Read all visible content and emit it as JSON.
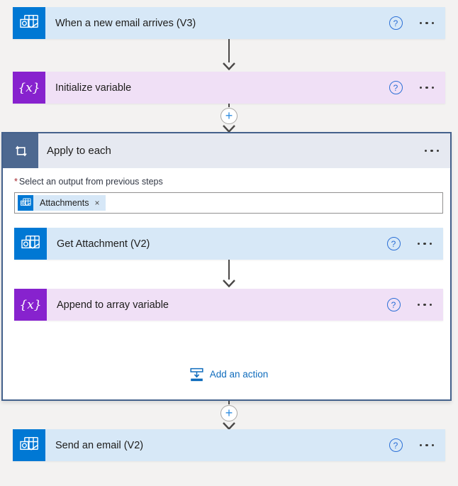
{
  "colors": {
    "outlook_blue": "#0078d4",
    "variable_purple": "#8722ce",
    "loop_header_slate": "#4d6890",
    "scope_border": "#44618c",
    "action_card_bg": "#d7e8f7",
    "variable_card_bg": "#f0e0f6",
    "scope_header_bg": "#e6e9f1",
    "link_blue": "#0f6cbd",
    "help_blue": "#2b6fd6",
    "required_red": "#a4262c"
  },
  "icons": {
    "trigger": "outlook-icon",
    "variable_glyph": "{x}",
    "loop": "loop-icon",
    "help_glyph": "?",
    "plus_glyph": "+",
    "remove_glyph": "×",
    "add_action": "insert-action-icon"
  },
  "cards": {
    "trigger": {
      "title": "When a new email arrives (V3)"
    },
    "initialize": {
      "title": "Initialize variable"
    },
    "get_attachment": {
      "title": "Get Attachment (V2)"
    },
    "append": {
      "title": "Append to array variable"
    },
    "send": {
      "title": "Send an email (V2)"
    }
  },
  "scope": {
    "title": "Apply to each",
    "required_marker": "*",
    "field_label": "Select an output from previous steps",
    "token_label": "Attachments",
    "add_action_label": "Add an action"
  }
}
